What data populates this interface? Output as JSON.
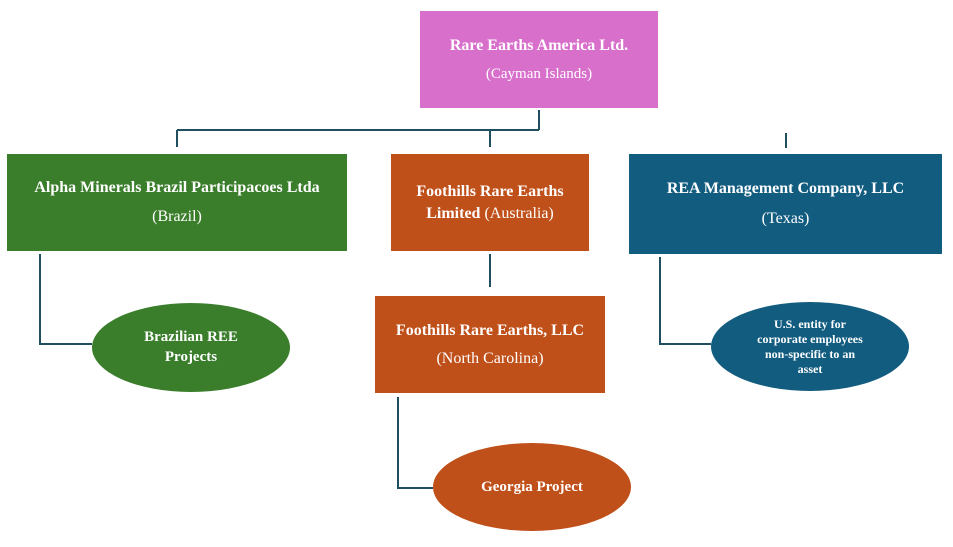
{
  "nodes": {
    "root": {
      "name": "Rare Earths America Ltd.",
      "location": "(Cayman Islands)",
      "color": "#d86fcb"
    },
    "alpha": {
      "name": "Alpha Minerals Brazil Participacoes Ltda",
      "location": "(Brazil)",
      "color": "#3a7d2b"
    },
    "foothills_australia": {
      "name_line1": "Foothills Rare Earths",
      "name_line2": "Limited",
      "location": "(Australia)",
      "color": "#c0501a"
    },
    "rea_management": {
      "name": "REA Management Company, LLC",
      "location": "(Texas)",
      "color": "#125c80"
    },
    "foothills_nc": {
      "name": "Foothills Rare Earths, LLC",
      "location": "(North Carolina)",
      "color": "#c0501a"
    },
    "brazilian_projects": {
      "line1": "Brazilian REE",
      "line2": "Projects",
      "color": "#3a7d2b"
    },
    "us_entity": {
      "line1": "U.S. entity for",
      "line2": "corporate employees",
      "line3": "non-specific to an",
      "line4": "asset",
      "color": "#125c80"
    },
    "georgia_project": {
      "label": "Georgia Project",
      "color": "#c0501a"
    }
  },
  "connector_color": "#1f4e5f"
}
